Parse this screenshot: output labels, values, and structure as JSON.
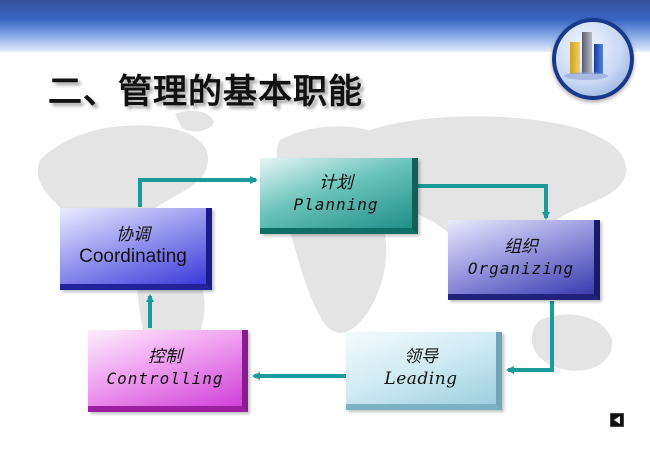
{
  "slide": {
    "title": "二、管理的基本职能",
    "colors": {
      "banner": "#3a66c4",
      "arrow": "#1a9a9a",
      "planning": "#2a9a94",
      "organizing": "#3a3ab0",
      "leading": "#a8d8e8",
      "controlling": "#e060e0",
      "coordinating": "#4040d8"
    }
  },
  "diagram": {
    "nodes": [
      {
        "id": "planning",
        "cn": "计划",
        "en": "Planning"
      },
      {
        "id": "organizing",
        "cn": "组织",
        "en": "Organizing"
      },
      {
        "id": "leading",
        "cn": "领导",
        "en": "Leading"
      },
      {
        "id": "controlling",
        "cn": "控制",
        "en": "Controlling"
      },
      {
        "id": "coordinating",
        "cn": "协调",
        "en": "Coordinating"
      }
    ],
    "cycle": [
      "planning",
      "organizing",
      "leading",
      "controlling",
      "coordinating",
      "planning"
    ]
  },
  "icons": {
    "logo": "bar-chart-logo-icon",
    "nav": "back-arrow-icon"
  }
}
